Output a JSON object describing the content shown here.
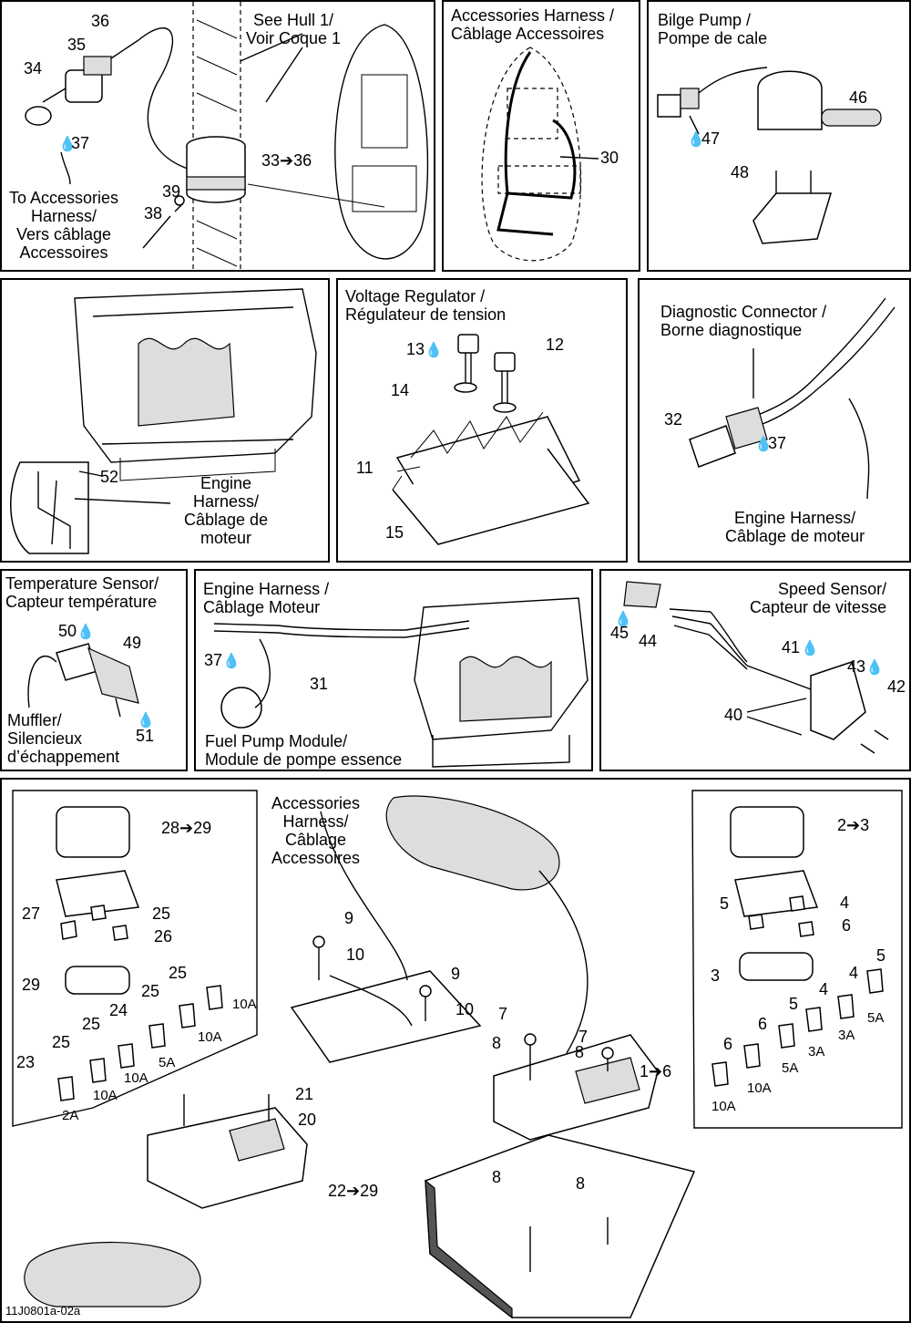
{
  "diagram_code": "11J0801a-02a",
  "panels": {
    "hull": {
      "see_hull": "See Hull 1/\nVoir Coque 1",
      "to_accessories": "To Accessories\nHarness/\nVers câblage\nAccessoires",
      "callouts": [
        "36",
        "35",
        "34",
        "37",
        "33➔36",
        "39",
        "38"
      ]
    },
    "accessories_harness": {
      "title": "Accessories Harness /\nCâblage Accessoires",
      "callouts": [
        "30"
      ]
    },
    "bilge_pump": {
      "title": "Bilge Pump /\nPompe de cale",
      "callouts": [
        "46",
        "47",
        "48"
      ]
    },
    "engine_harness_top": {
      "label": "Engine\nHarness/\nCâblage de\nmoteur",
      "callouts": [
        "52"
      ]
    },
    "voltage_regulator": {
      "title": "Voltage Regulator /\nRégulateur de tension",
      "callouts": [
        "13",
        "12",
        "14",
        "11",
        "15"
      ]
    },
    "diagnostic": {
      "title": "Diagnostic Connector /\nBorne diagnostique",
      "label": "Engine Harness/\nCâblage de moteur",
      "callouts": [
        "32",
        "37"
      ]
    },
    "temperature": {
      "title": "Temperature Sensor/\nCapteur température",
      "label": "Muffler/\nSilencieux\nd’échappement",
      "callouts": [
        "50",
        "49",
        "51"
      ]
    },
    "engine_harness_mid": {
      "title": "Engine Harness /\nCâblage Moteur",
      "label": "Fuel Pump Module/\nModule de pompe essence",
      "callouts": [
        "37",
        "31"
      ]
    },
    "speed_sensor": {
      "title": "Speed Sensor/\nCapteur de vitesse",
      "callouts": [
        "45",
        "44",
        "41",
        "43",
        "42",
        "40"
      ]
    },
    "fuse_boxes": {
      "label": "Accessories\nHarness/\nCâblage\nAccessoires",
      "left_callouts": [
        "28➔29",
        "27",
        "25",
        "26",
        "29",
        "25",
        "25",
        "24",
        "25",
        "23"
      ],
      "left_ratings": [
        "10A",
        "10A",
        "5A",
        "10A",
        "2A"
      ],
      "center_callouts": [
        "9",
        "10",
        "9",
        "10",
        "7",
        "8",
        "7",
        "8",
        "1➔6",
        "8",
        "8"
      ],
      "lower_callouts": [
        "21",
        "20",
        "22➔29"
      ],
      "right_callouts": [
        "2➔3",
        "5",
        "4",
        "6",
        "3",
        "4",
        "5",
        "5",
        "4",
        "6",
        "6"
      ],
      "right_ratings": [
        "5A",
        "3A",
        "3A",
        "5A",
        "10A",
        "10A"
      ]
    }
  },
  "icons": {
    "drop": "💧 drop-of-sealant-icon",
    "arrow": "➔"
  }
}
